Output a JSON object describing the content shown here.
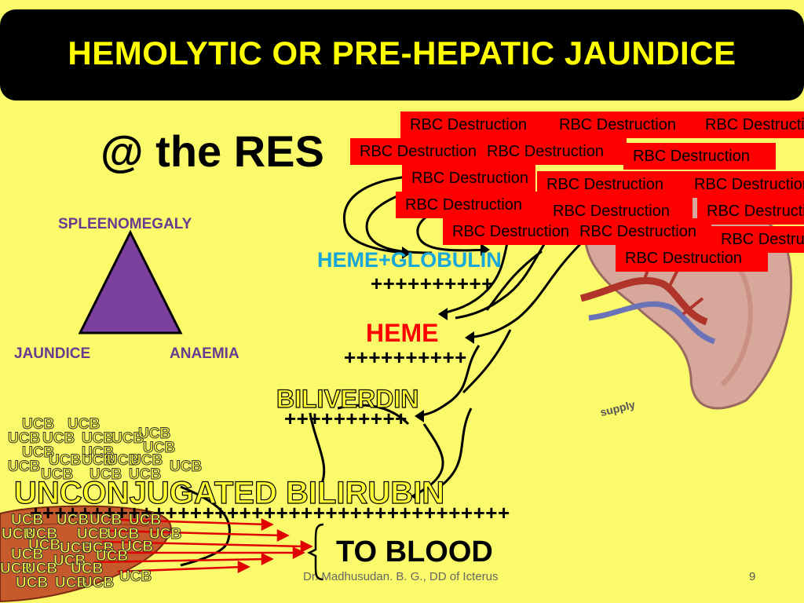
{
  "title": "HEMOLYTIC OR PRE-HEPATIC JAUNDICE",
  "subtitle": "@ the RES",
  "triangle": {
    "top": "SPLEENOMEGALY",
    "left": "JAUNDICE",
    "right": "ANAEMIA"
  },
  "rbc_label": "RBC Destruction",
  "stages": {
    "heme_globulin": "HEME+GLOBULIN",
    "heme": "HEME",
    "biliverdin": "BILIVERDIN",
    "ucb_full": "UNCONJUGATED BILIRUBIN"
  },
  "plus_short": "++++++++++",
  "plus_long": "+++++++++++++++++++++++++++++++++++++++",
  "ucb_label": "UCB",
  "liver_label": "UCB",
  "to_blood": "TO BLOOD",
  "spleen_caption": "supply",
  "footer": "Dr. Madhusudan. B. G., DD of Icterus",
  "page_number": "9"
}
